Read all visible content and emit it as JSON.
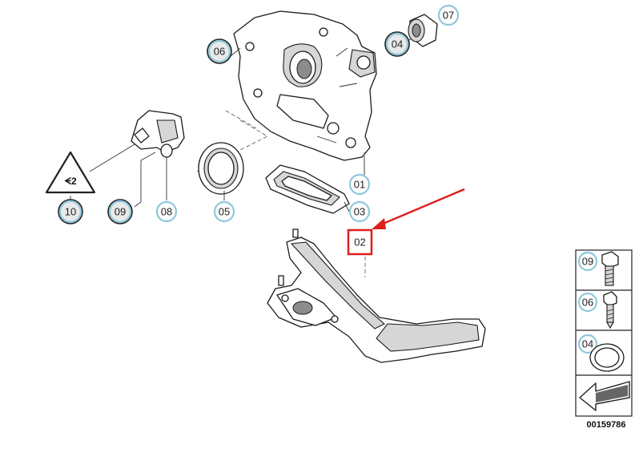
{
  "callouts": {
    "c01": "01",
    "c02": "02",
    "c03": "03",
    "c04": "04",
    "c05": "05",
    "c06": "06",
    "c07": "07",
    "c08": "08",
    "c09": "09",
    "c10": "10"
  },
  "side_panel": {
    "bolt_m8_label": "09",
    "bolt_m6_label": "06",
    "ring_label": "04"
  },
  "reference_number": "00159786",
  "warning_symbol_text": "ᗕ2",
  "highlight_color": "#e01e1e",
  "callout_ring_color": "#8fc8dc"
}
